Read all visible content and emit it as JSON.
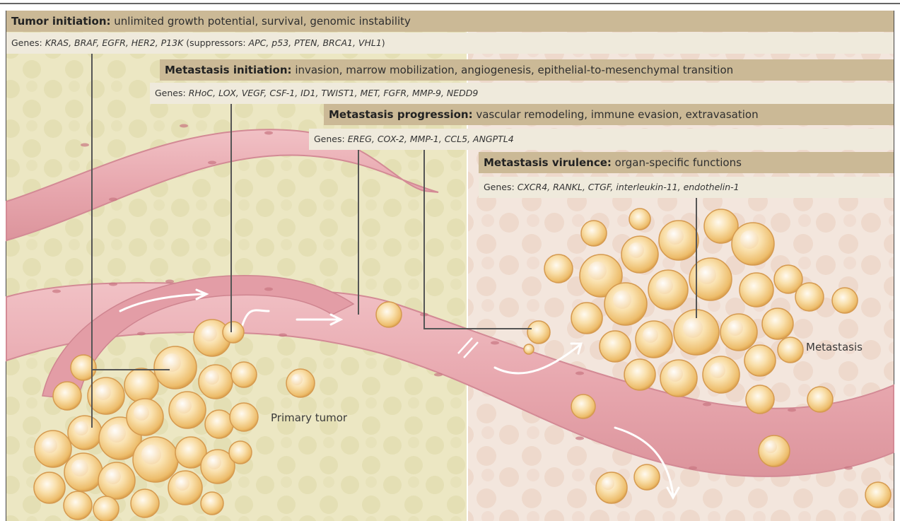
{
  "stages": [
    {
      "title": "Tumor initiation:",
      "description": "unlimited growth potential, survival, genomic instability",
      "genes_prefix": "Genes:",
      "genes": "KRAS, BRAF, EGFR, HER2, P13K",
      "extra_open": "(suppressors:",
      "extra_genes": "APC, p53, PTEN, BRCA1, VHL1",
      "extra_close": ")"
    },
    {
      "title": "Metastasis initiation:",
      "description": "invasion, marrow mobilization, angiogenesis, epithelial-to-mesenchymal transition",
      "genes_prefix": "Genes:",
      "genes": "RHoC, LOX, VEGF, CSF-1, ID1, TWIST1, MET, FGFR, MMP-9, NEDD9"
    },
    {
      "title": "Metastasis progression:",
      "description": "vascular remodeling, immune evasion, extravasation",
      "genes_prefix": "Genes:",
      "genes": "EREG, COX-2, MMP-1, CCL5, ANGPTL4"
    },
    {
      "title": "Metastasis virulence:",
      "description": "organ-specific functions",
      "genes_prefix": "Genes:",
      "genes": "CXCR4, RANKL, CTGF, interleukin-11, endothelin-1"
    }
  ],
  "labels": {
    "primary_tumor": "Primary tumor",
    "metastasis": "Metastasis"
  },
  "colors": {
    "stage_band": "#cbb996",
    "gene_band": "#efeadc",
    "vessel": "#e9aeb4",
    "vessel_wall": "#d88c97",
    "left_tissue": "#ebe6bf",
    "right_tissue": "#f2e5dc",
    "cell": "#f5d08c",
    "cell_core": "#fff6df",
    "leader_line": "#555555"
  }
}
